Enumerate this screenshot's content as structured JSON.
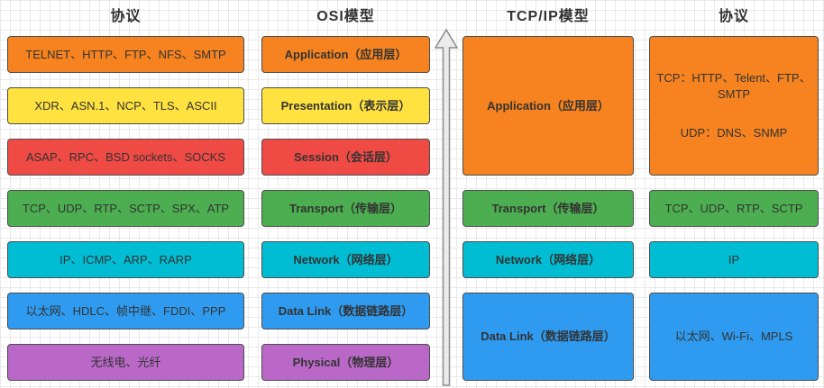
{
  "headers": {
    "left_protocols": "协议",
    "osi": "OSI模型",
    "tcpip": "TCP/IP模型",
    "right_protocols": "协议"
  },
  "left_protocols": [
    {
      "text": "TELNET、HTTP、FTP、NFS、SMTP",
      "bg": "#F6831F"
    },
    {
      "text": "XDR、ASN.1、NCP、TLS、ASCII",
      "bg": "#FFE23F"
    },
    {
      "text": "ASAP、RPC、BSD sockets、SOCKS",
      "bg": "#F04A45"
    },
    {
      "text": "TCP、UDP、RTP、SCTP、SPX、ATP",
      "bg": "#4CAE50"
    },
    {
      "text": "IP、ICMP、ARP、RARP",
      "bg": "#00BDD4"
    },
    {
      "text": "以太网、HDLC、帧中继、FDDI、PPP",
      "bg": "#2F9BF0"
    },
    {
      "text": "无线电、光纤",
      "bg": "#BA68C8"
    }
  ],
  "osi_layers": [
    {
      "text": "Application（应用层）",
      "bg": "#F6831F"
    },
    {
      "text": "Presentation（表示层）",
      "bg": "#FFE23F"
    },
    {
      "text": "Session（会话层）",
      "bg": "#F04A45"
    },
    {
      "text": "Transport（传输层）",
      "bg": "#4CAE50"
    },
    {
      "text": "Network（网络层）",
      "bg": "#00BDD4"
    },
    {
      "text": "Data Link（数据链路层）",
      "bg": "#2F9BF0"
    },
    {
      "text": "Physical（物理层）",
      "bg": "#BA68C8"
    }
  ],
  "tcpip_layers": [
    {
      "text": "Application（应用层）",
      "bg": "#F6831F"
    },
    {
      "text": "Transport（传输层）",
      "bg": "#4CAE50"
    },
    {
      "text": "Network（网络层）",
      "bg": "#00BDD4"
    },
    {
      "text": "Data Link（数据链路层）",
      "bg": "#2F9BF0"
    }
  ],
  "right_protocols": [
    {
      "line1": "TCP：HTTP、Telent、FTP、SMTP",
      "line2": "UDP：DNS、SNMP",
      "bg": "#F6831F"
    },
    {
      "text": "TCP、UDP、RTP、SCTP",
      "bg": "#4CAE50"
    },
    {
      "text": "IP",
      "bg": "#00BDD4"
    },
    {
      "text": "以太网、Wi-Fi、MPLS",
      "bg": "#2F9BF0"
    }
  ],
  "arrow": {
    "fill": "#ececec",
    "stroke": "#8a8a8a"
  }
}
